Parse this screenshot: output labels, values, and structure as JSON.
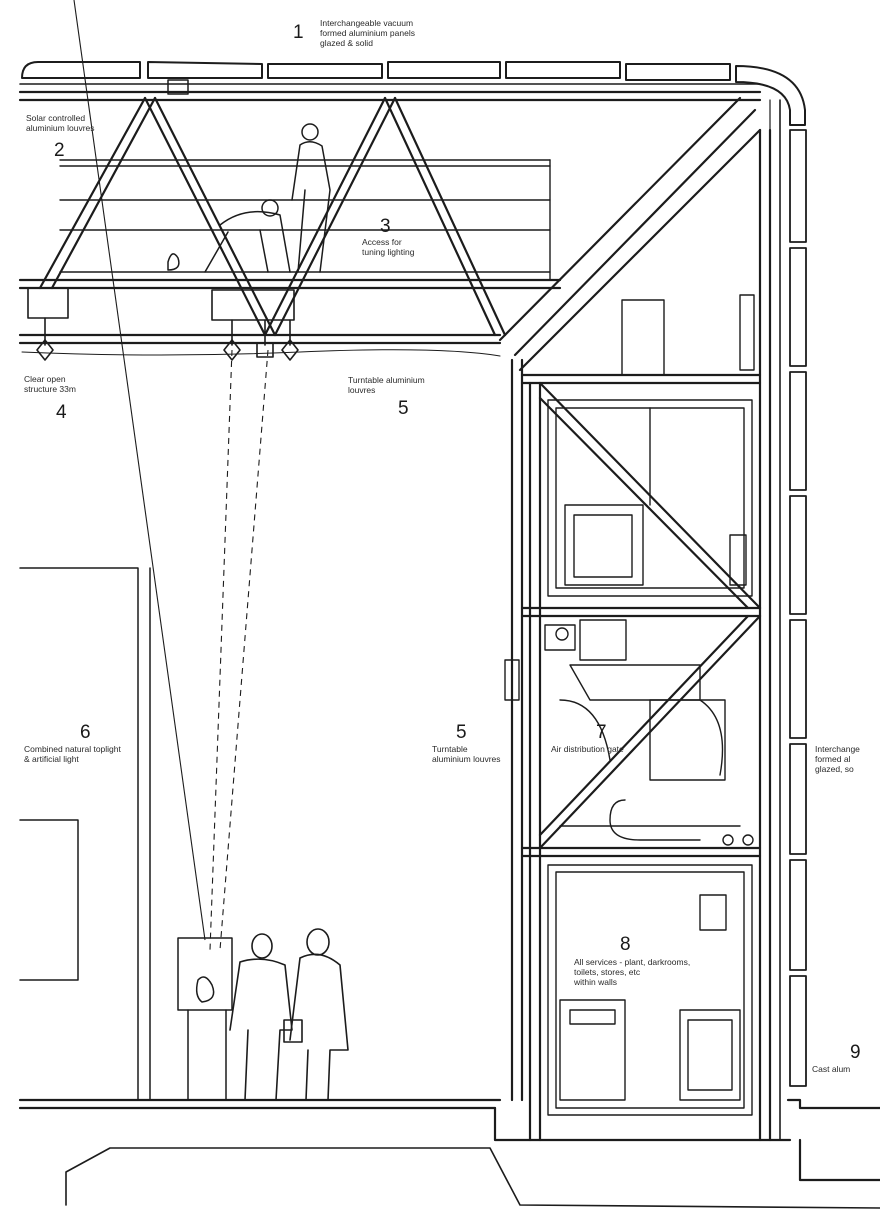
{
  "callouts": {
    "c1": {
      "number": "1",
      "lines": [
        "Interchangeable vacuum",
        "formed aluminium panels",
        "glazed & solid"
      ]
    },
    "c2": {
      "number": "2",
      "lines": [
        "Solar controlled",
        "aluminium louvres"
      ]
    },
    "c3": {
      "number": "3",
      "lines": [
        "Access for",
        "tuning lighting"
      ]
    },
    "c4": {
      "number": "4",
      "lines": [
        "Clear open",
        "structure 33m"
      ]
    },
    "c5a": {
      "number": "5",
      "lines": [
        "Turntable aluminium",
        "louvres"
      ]
    },
    "c5b": {
      "number": "5",
      "lines": [
        "Turntable",
        "aluminium louvres"
      ]
    },
    "c6": {
      "number": "6",
      "lines": [
        "Combined natural toplight",
        "& artificial light"
      ]
    },
    "c7": {
      "number": "7",
      "lines": [
        "Air distribution gate"
      ]
    },
    "c8": {
      "number": "8",
      "lines": [
        "All services - plant, darkrooms,",
        "toilets, stores, etc",
        "within walls"
      ]
    },
    "c9": {
      "number": "9",
      "lines": [
        "Cast alum"
      ]
    },
    "c10": {
      "number": "",
      "lines": [
        "Interchange",
        "formed al",
        "glazed, so"
      ]
    }
  },
  "colors": {
    "ink": "#1c1c1c",
    "paper": "#ffffff"
  }
}
